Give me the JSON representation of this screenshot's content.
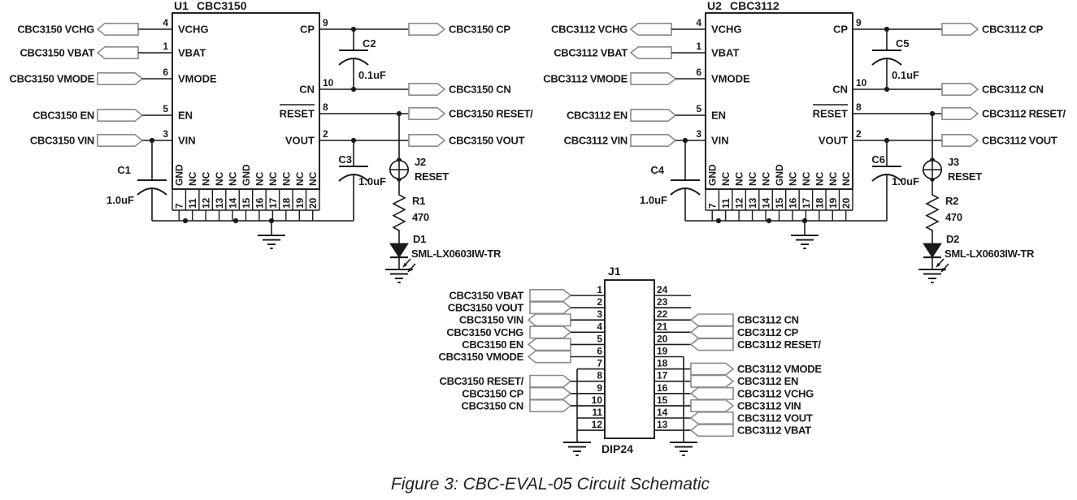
{
  "caption": "Figure 3: CBC-EVAL-05 Circuit Schematic",
  "colors": {
    "line": "#1a1a1a",
    "flag_outline": "#8a8a8a",
    "text": "#1a1a1a",
    "background": "#ffffff"
  },
  "chips": [
    {
      "ref": "U1",
      "part": "CBC3150",
      "left_pins": [
        {
          "num": "4",
          "name": "VCHG",
          "net": "CBC3150 VCHG",
          "flag_dir": "left"
        },
        {
          "num": "1",
          "name": "VBAT",
          "net": "CBC3150 VBAT",
          "flag_dir": "left"
        },
        {
          "num": "6",
          "name": "VMODE",
          "net": "CBC3150 VMODE",
          "flag_dir": "right"
        },
        {
          "num": "5",
          "name": "EN",
          "net": "CBC3150 EN",
          "flag_dir": "right"
        },
        {
          "num": "3",
          "name": "VIN",
          "net": "CBC3150 VIN",
          "flag_dir": "right"
        }
      ],
      "right_pins": [
        {
          "num": "9",
          "name": "CP",
          "net": "CBC3150 CP"
        },
        {
          "num": "10",
          "name": "CN",
          "net": "CBC3150 CN"
        },
        {
          "num": "8",
          "name": "RESET",
          "overline": true,
          "net": "CBC3150 RESET/"
        },
        {
          "num": "2",
          "name": "VOUT",
          "net": "CBC3150 VOUT"
        }
      ],
      "bottom_pins": [
        {
          "num": "7",
          "name": "GND"
        },
        {
          "num": "11",
          "name": "NC"
        },
        {
          "num": "12",
          "name": "NC"
        },
        {
          "num": "13",
          "name": "NC"
        },
        {
          "num": "14",
          "name": "NC"
        },
        {
          "num": "15",
          "name": "GND"
        },
        {
          "num": "16",
          "name": "NC"
        },
        {
          "num": "17",
          "name": "NC"
        },
        {
          "num": "18",
          "name": "NC"
        },
        {
          "num": "19",
          "name": "NC"
        },
        {
          "num": "20",
          "name": "NC"
        }
      ],
      "input_cap": {
        "ref": "C1",
        "value": "1.0uF"
      },
      "pump_cap": {
        "ref": "C2",
        "value": "0.1uF"
      },
      "output_cap": {
        "ref": "C3",
        "value": "1.0uF"
      },
      "test_point": {
        "ref": "J2",
        "label": "RESET"
      },
      "resistor": {
        "ref": "R1",
        "value": "470"
      },
      "led": {
        "ref": "D1",
        "part": "SML-LX0603IW-TR"
      }
    },
    {
      "ref": "U2",
      "part": "CBC3112",
      "left_pins": [
        {
          "num": "4",
          "name": "VCHG",
          "net": "CBC3112 VCHG",
          "flag_dir": "left"
        },
        {
          "num": "1",
          "name": "VBAT",
          "net": "CBC3112 VBAT",
          "flag_dir": "left"
        },
        {
          "num": "6",
          "name": "VMODE",
          "net": "CBC3112 VMODE",
          "flag_dir": "right"
        },
        {
          "num": "5",
          "name": "EN",
          "net": "CBC3112 EN",
          "flag_dir": "right"
        },
        {
          "num": "3",
          "name": "VIN",
          "net": "CBC3112 VIN",
          "flag_dir": "right"
        }
      ],
      "right_pins": [
        {
          "num": "9",
          "name": "CP",
          "net": "CBC3112 CP"
        },
        {
          "num": "10",
          "name": "CN",
          "net": "CBC3112 CN"
        },
        {
          "num": "8",
          "name": "RESET",
          "overline": true,
          "net": "CBC3112 RESET/"
        },
        {
          "num": "2",
          "name": "VOUT",
          "net": "CBC3112 VOUT"
        }
      ],
      "bottom_pins": [
        {
          "num": "7",
          "name": "GND"
        },
        {
          "num": "11",
          "name": "NC"
        },
        {
          "num": "12",
          "name": "NC"
        },
        {
          "num": "13",
          "name": "NC"
        },
        {
          "num": "14",
          "name": "NC"
        },
        {
          "num": "15",
          "name": "GND"
        },
        {
          "num": "16",
          "name": "NC"
        },
        {
          "num": "17",
          "name": "NC"
        },
        {
          "num": "18",
          "name": "NC"
        },
        {
          "num": "19",
          "name": "NC"
        },
        {
          "num": "20",
          "name": "NC"
        }
      ],
      "input_cap": {
        "ref": "C4",
        "value": "1.0uF"
      },
      "pump_cap": {
        "ref": "C5",
        "value": "0.1uF"
      },
      "output_cap": {
        "ref": "C6",
        "value": "1.0uF"
      },
      "test_point": {
        "ref": "J3",
        "label": "RESET"
      },
      "resistor": {
        "ref": "R2",
        "value": "470"
      },
      "led": {
        "ref": "D2",
        "part": "SML-LX0603IW-TR"
      }
    }
  ],
  "connector": {
    "ref": "J1",
    "part": "DIP24",
    "left_pins": [
      {
        "num": "1",
        "net": "CBC3150 VBAT",
        "flag_dir": "right"
      },
      {
        "num": "2",
        "net": "CBC3150 VOUT",
        "flag_dir": "right"
      },
      {
        "num": "3",
        "net": "CBC3150 VIN",
        "flag_dir": "left"
      },
      {
        "num": "4",
        "net": "CBC3150 VCHG",
        "flag_dir": "right"
      },
      {
        "num": "5",
        "net": "CBC3150 EN",
        "flag_dir": "left"
      },
      {
        "num": "6",
        "net": "CBC3150 VMODE",
        "flag_dir": "left"
      },
      {
        "num": "7",
        "gnd": true
      },
      {
        "num": "8",
        "net": "CBC3150 RESET/",
        "flag_dir": "right"
      },
      {
        "num": "9",
        "net": "CBC3150 CP",
        "flag_dir": "right"
      },
      {
        "num": "10",
        "net": "CBC3150 CN",
        "flag_dir": "right"
      },
      {
        "num": "11",
        "gnd": true
      },
      {
        "num": "12",
        "gnd": true
      }
    ],
    "right_pins": [
      {
        "num": "24"
      },
      {
        "num": "23"
      },
      {
        "num": "22",
        "net": "CBC3112 CN",
        "flag_dir": "left"
      },
      {
        "num": "21",
        "net": "CBC3112 CP",
        "flag_dir": "left"
      },
      {
        "num": "20",
        "net": "CBC3112 RESET/",
        "flag_dir": "left"
      },
      {
        "num": "19",
        "gnd": true
      },
      {
        "num": "18",
        "net": "CBC3112 VMODE",
        "flag_dir": "right"
      },
      {
        "num": "17",
        "net": "CBC3112 EN",
        "flag_dir": "right"
      },
      {
        "num": "16",
        "net": "CBC3112 VCHG",
        "flag_dir": "left"
      },
      {
        "num": "15",
        "net": "CBC3112 VIN",
        "flag_dir": "right"
      },
      {
        "num": "14",
        "net": "CBC3112 VOUT",
        "flag_dir": "left"
      },
      {
        "num": "13",
        "net": "CBC3112 VBAT",
        "flag_dir": "left"
      }
    ]
  }
}
